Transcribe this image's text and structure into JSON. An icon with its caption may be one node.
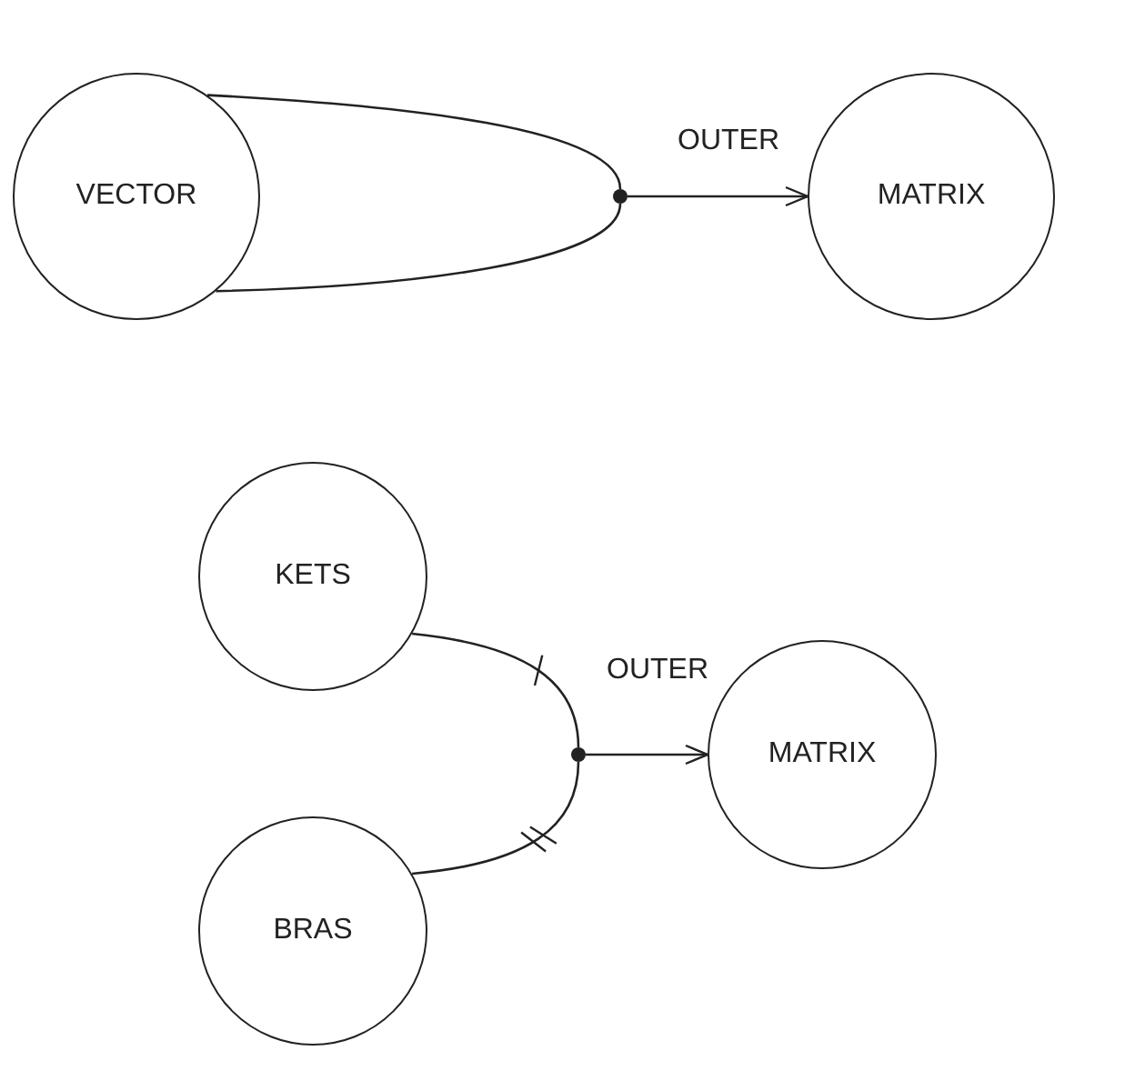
{
  "diagram": {
    "nodes": [
      {
        "text": [
          "VECTOR"
        ]
      },
      {
        "text": [],
        "shape": "circle"
      },
      {
        "text": [
          "MATRIX"
        ]
      },
      {
        "text": [
          "KETS"
        ]
      },
      {
        "text": [
          "BRAS"
        ]
      },
      {
        "text": [],
        "shape": "circle"
      },
      {
        "text": [
          "MATRIX"
        ]
      }
    ],
    "edges": [
      {
        "from": 0,
        "to": 1,
        "arrow": "none"
      },
      {
        "from": 0,
        "to": 1,
        "arrow": "none"
      },
      {
        "from": 1,
        "to": 2,
        "arrow": "to",
        "label": "OUTER"
      },
      {
        "from": 3,
        "to": 5,
        "arrow": "none"
      },
      {
        "from": 4,
        "to": 5,
        "arrow": "none"
      },
      {
        "from": 5,
        "to": 6,
        "arrow": "to",
        "label": "OUTER"
      }
    ]
  }
}
